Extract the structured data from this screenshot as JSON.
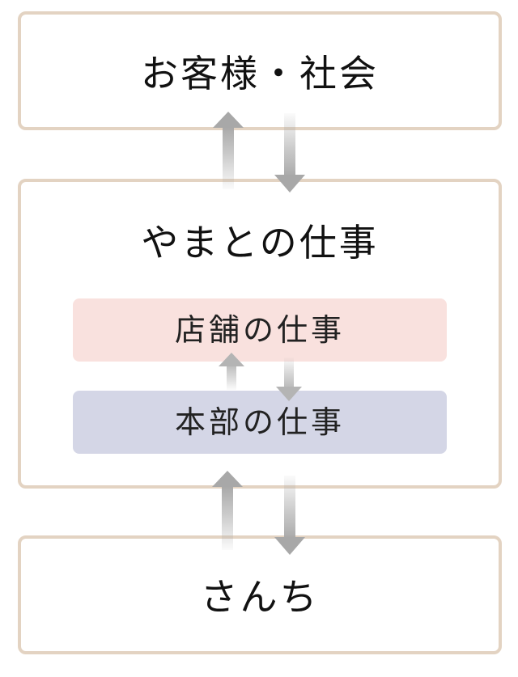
{
  "diagram": {
    "customers_society": "お客様・社会",
    "yamato_work": "やまとの仕事",
    "store_work": "店舗の仕事",
    "hq_work": "本部の仕事",
    "sanchi": "さんち"
  },
  "colors": {
    "box_border": "#e3d3c2",
    "store_fill": "#f9e1de",
    "hq_fill": "#d4d6e6",
    "arrow": "#a8a8a8"
  }
}
